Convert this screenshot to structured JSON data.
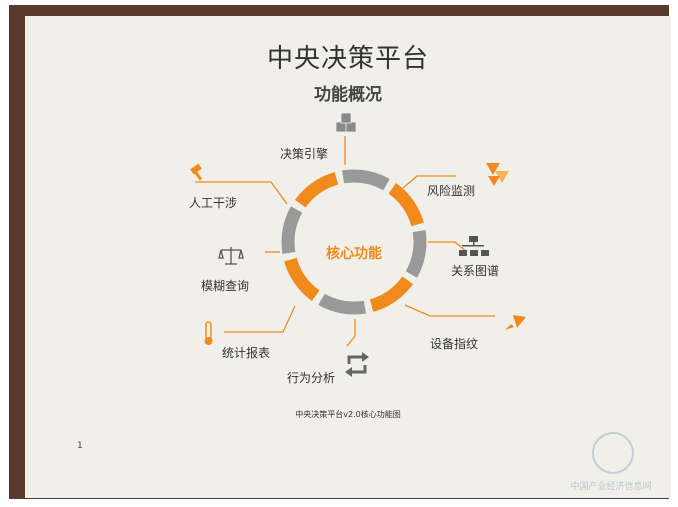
{
  "slide": {
    "title": "中央决策平台",
    "subtitle": "功能概况",
    "caption": "中央决策平台v2.0核心功能图",
    "page_number": "1"
  },
  "diagram": {
    "center_label": "核心功能",
    "items": [
      {
        "label": "决策引擎",
        "icon": "cubes-icon",
        "color": "#999999"
      },
      {
        "label": "风险监测",
        "icon": "warning-signs-icon",
        "color": "#f08a1c"
      },
      {
        "label": "关系图谱",
        "icon": "org-chart-icon",
        "color": "#999999"
      },
      {
        "label": "设备指纹",
        "icon": "rocket-icon",
        "color": "#f08a1c"
      },
      {
        "label": "行为分析",
        "icon": "refresh-arrows-icon",
        "color": "#999999"
      },
      {
        "label": "统计报表",
        "icon": "thermometer-icon",
        "color": "#f08a1c"
      },
      {
        "label": "模糊查询",
        "icon": "scales-icon",
        "color": "#999999"
      },
      {
        "label": "人工干涉",
        "icon": "gavel-icon",
        "color": "#f08a1c"
      }
    ],
    "colors": {
      "orange": "#f08a1c",
      "gray": "#999999",
      "text": "#333333"
    }
  },
  "watermark": {
    "text": "中国产业经济信息网"
  }
}
